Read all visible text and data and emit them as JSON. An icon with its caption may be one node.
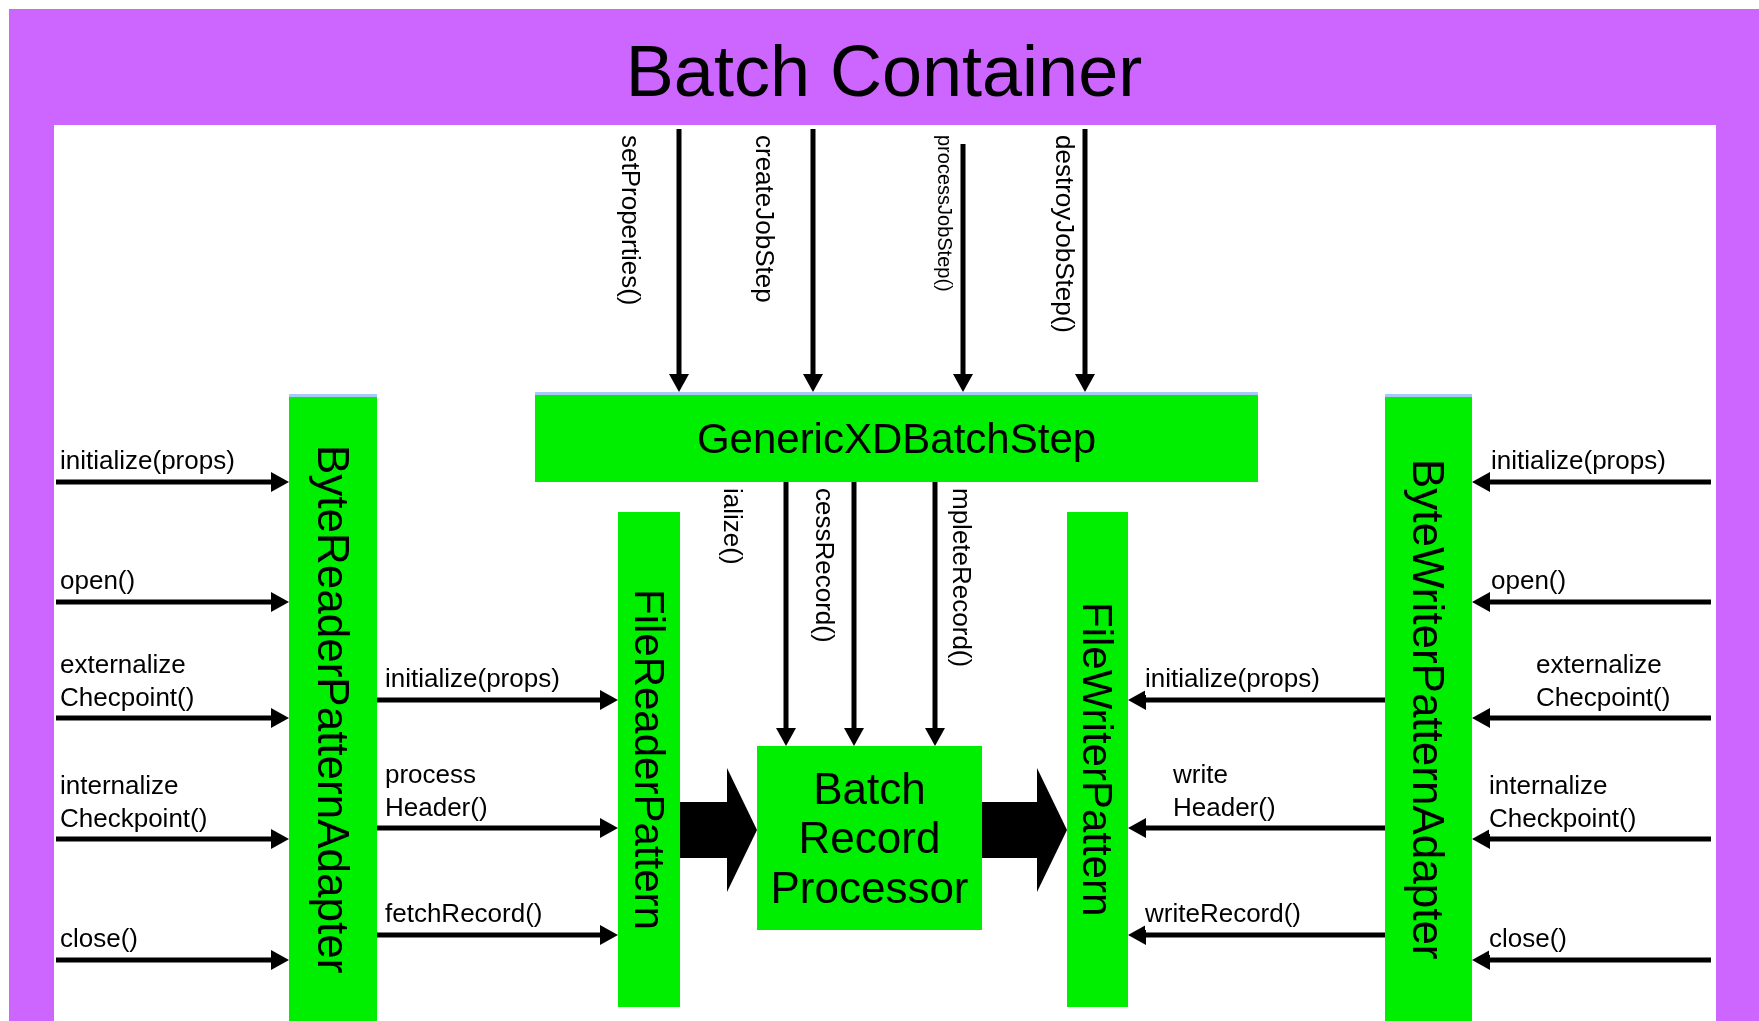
{
  "diagram": {
    "nodes": [
      {
        "text": [
          "Batch Container"
        ]
      },
      {
        "text": [
          "GenericXDBatchStep"
        ],
        "in": 0
      },
      {
        "text": [
          "ByteReaderPatternAdapter"
        ],
        "in": 0
      },
      {
        "text": [
          "FileReaderPattern"
        ],
        "in": 0
      },
      {
        "text": [
          "Batch Record Processor"
        ],
        "in": 0
      },
      {
        "text": [
          "FileWriterPattern"
        ],
        "in": 0
      },
      {
        "text": [
          "ByteWriterPatternAdapter"
        ],
        "in": 0
      }
    ],
    "edges": [
      {
        "from": null,
        "to": 1,
        "arrow": "to",
        "label": "setProperties()"
      },
      {
        "from": null,
        "to": 1,
        "arrow": "to",
        "label": "createJobStep"
      },
      {
        "from": null,
        "to": 1,
        "arrow": "to",
        "label": "processJobStep()"
      },
      {
        "from": null,
        "to": 1,
        "arrow": "to",
        "label": "destroyJobStep()"
      },
      {
        "from": 1,
        "to": 4,
        "arrow": "to",
        "label": "ialize()"
      },
      {
        "from": 1,
        "to": 4,
        "arrow": "to",
        "label": "cessRecord()"
      },
      {
        "from": 1,
        "to": 4,
        "arrow": "to",
        "label": "mpleteRecord()"
      },
      {
        "from": null,
        "to": 2,
        "arrow": "to",
        "label": "initialize(props)"
      },
      {
        "from": null,
        "to": 2,
        "arrow": "to",
        "label": "open()"
      },
      {
        "from": null,
        "to": 2,
        "arrow": "to",
        "label": "externalize Checpoint()"
      },
      {
        "from": null,
        "to": 2,
        "arrow": "to",
        "label": "internalize Checkpoint()"
      },
      {
        "from": null,
        "to": 2,
        "arrow": "to",
        "label": "close()"
      },
      {
        "from": 2,
        "to": 3,
        "arrow": "to",
        "label": "initialize(props)"
      },
      {
        "from": 2,
        "to": 3,
        "arrow": "to",
        "label": "process Header()"
      },
      {
        "from": 2,
        "to": 3,
        "arrow": "to",
        "label": "fetchRecord()"
      },
      {
        "from": null,
        "to": 6,
        "arrow": "to",
        "label": "initialize(props)"
      },
      {
        "from": null,
        "to": 6,
        "arrow": "to",
        "label": "open()"
      },
      {
        "from": null,
        "to": 6,
        "arrow": "to",
        "label": "externalize Checpoint()"
      },
      {
        "from": null,
        "to": 6,
        "arrow": "to",
        "label": "internalize Checkpoint()"
      },
      {
        "from": null,
        "to": 6,
        "arrow": "to",
        "label": "close()"
      },
      {
        "from": 6,
        "to": 5,
        "arrow": "to",
        "label": "initialize(props)"
      },
      {
        "from": 6,
        "to": 5,
        "arrow": "to",
        "label": "write Header()"
      },
      {
        "from": 6,
        "to": 5,
        "arrow": "to",
        "label": "writeRecord()"
      },
      {
        "from": 3,
        "to": 4,
        "arrow": "to",
        "style": "thick"
      },
      {
        "from": 4,
        "to": 5,
        "arrow": "to",
        "style": "thick"
      }
    ]
  }
}
